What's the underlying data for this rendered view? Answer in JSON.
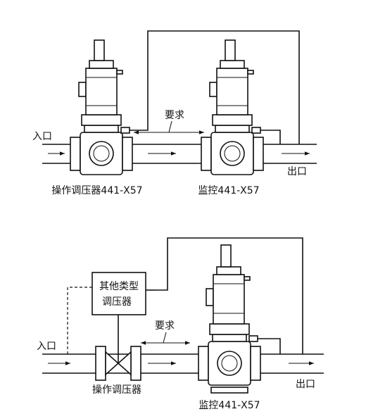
{
  "diagram1": {
    "inlet_label": "入口",
    "outlet_label": "出口",
    "requirement_label": "要求",
    "operating_regulator_label": "操作调压器441-X57",
    "monitor_label": "监控441-X57"
  },
  "diagram2": {
    "inlet_label": "入口",
    "outlet_label": "出口",
    "requirement_label": "要求",
    "other_regulator_line1": "其他类型",
    "other_regulator_line2": "调压器",
    "operating_regulator_label": "操作调压器",
    "monitor_label": "监控441-X57"
  }
}
